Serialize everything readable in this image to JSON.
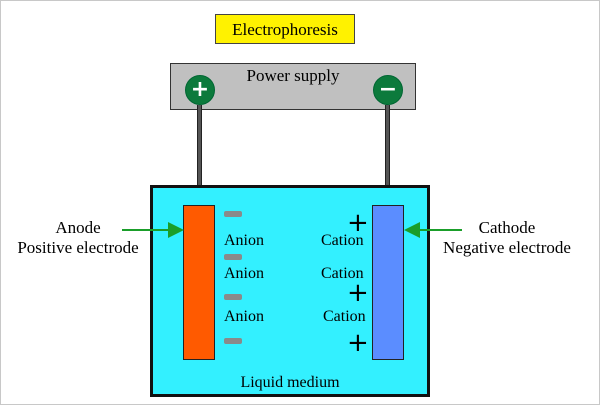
{
  "title": "Electrophoresis",
  "power_supply": {
    "label": "Power supply",
    "positive_symbol": "+",
    "negative_symbol": "−"
  },
  "anode": {
    "name": "Anode",
    "description": "Positive electrode",
    "color": "#ff5a00"
  },
  "cathode": {
    "name": "Cathode",
    "description": "Negative electrode",
    "color": "#5b8dff"
  },
  "ions": {
    "anion_labels": [
      "Anion",
      "Anion",
      "Anion"
    ],
    "cation_labels": [
      "Cation",
      "Cation",
      "Cation"
    ],
    "plus_symbol": "+"
  },
  "medium": {
    "label": "Liquid medium",
    "color": "#33f0ff"
  },
  "colors": {
    "title_bg": "#fff200",
    "power_bg": "#c0c0c0",
    "terminal": "#0c7a3c",
    "arrow": "#1a9e2a"
  }
}
